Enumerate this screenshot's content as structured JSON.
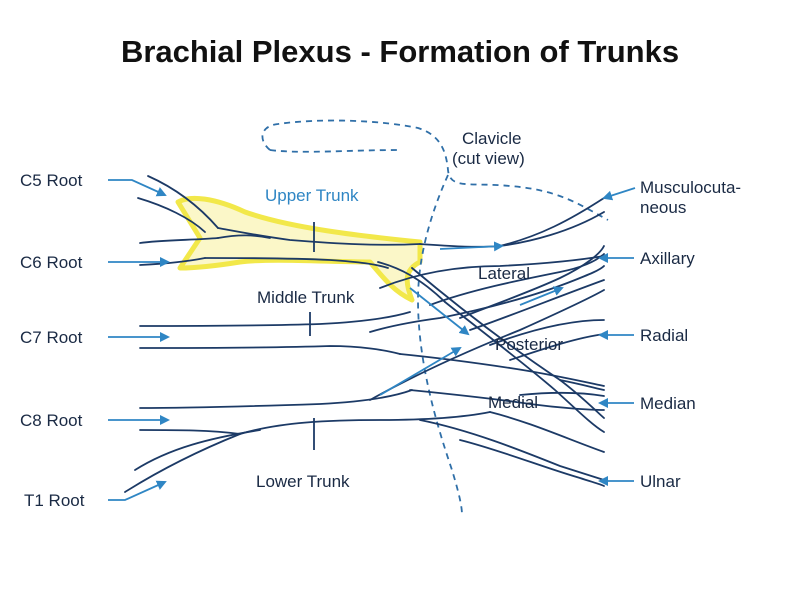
{
  "title": "Brachial Plexus - Formation of Trunks",
  "colors": {
    "nerve": "#1c3a66",
    "arrow": "#2f86c4",
    "highlight": "#f2e84a",
    "highlight_fill": "#fbf7c8",
    "clavicle": "#2f6fa8",
    "text": "#1a2a44",
    "upper_trunk_label": "#2f86c4"
  },
  "roots": [
    {
      "id": "c5",
      "label": "C5 Root"
    },
    {
      "id": "c6",
      "label": "C6 Root"
    },
    {
      "id": "c7",
      "label": "C7 Root"
    },
    {
      "id": "c8",
      "label": "C8 Root"
    },
    {
      "id": "t1",
      "label": "T1 Root"
    }
  ],
  "trunks": {
    "upper": "Upper Trunk",
    "middle": "Middle Trunk",
    "lower": "Lower Trunk",
    "highlighted": "upper"
  },
  "cords": {
    "lateral": "Lateral",
    "posterior": "Posterior",
    "medial": "Medial"
  },
  "clavicle": {
    "line1": "Clavicle",
    "line2": "(cut view)"
  },
  "branches": [
    {
      "id": "musculocutaneous",
      "line1": "Musculocuta-",
      "line2": "neous"
    },
    {
      "id": "axillary",
      "line1": "Axillary"
    },
    {
      "id": "radial",
      "line1": "Radial"
    },
    {
      "id": "median",
      "line1": "Median"
    },
    {
      "id": "ulnar",
      "line1": "Ulnar"
    }
  ]
}
